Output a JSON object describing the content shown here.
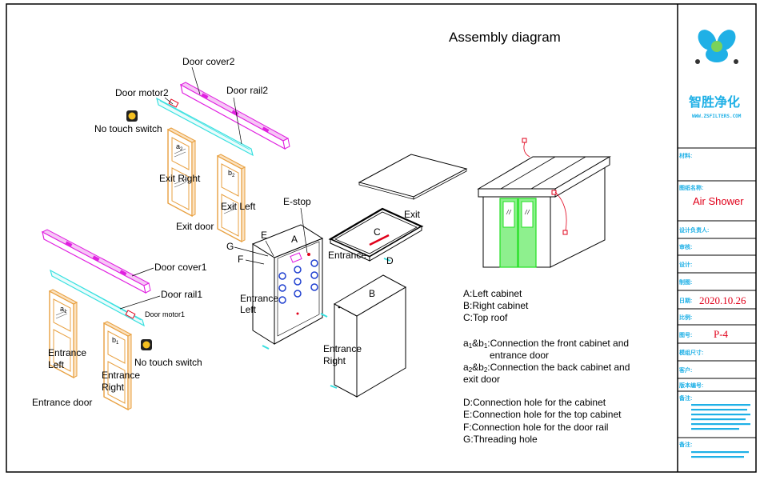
{
  "title": "Assembly diagram",
  "labels": {
    "door_cover2": "Door cover2",
    "door_motor2": "Door motor2",
    "door_rail2": "Door rail2",
    "no_touch_switch_top": "No touch switch",
    "exit_right": "Exit  Right",
    "exit_left": "Exit  Left",
    "exit_door": "Exit door",
    "a2": "a",
    "a2_sub": "2",
    "b2": "b",
    "b2_sub": "2",
    "door_cover1": "Door cover1",
    "door_rail1": "Door rail1",
    "door_motor1": "Door motor1",
    "no_touch_switch_bottom": "No touch switch",
    "entrance_left_door": "Entrance Left",
    "entrance_right_door": "Entrance Right",
    "entrance_door": "Entrance door",
    "a1": "a",
    "a1_sub": "1",
    "b1": "b",
    "b1_sub": "1",
    "estop": "E-stop",
    "G": "G",
    "E": "E",
    "F": "F",
    "A": "A",
    "B": "B",
    "C": "C",
    "D": "D",
    "exit": "Exit",
    "entrance": "Entrance",
    "cab_entrance_left": "Entrance Left",
    "cab_entrance_right": "Entrance Right"
  },
  "legend": [
    "A:Left cabinet",
    "B:Right  cabinet",
    "C:Top roof"
  ],
  "legend_conn": {
    "l1_a": "a",
    "l1_a_sub": "1",
    "l1_amp": "&b",
    "l1_b_sub": "1",
    "l1_text": ":Connection the front cabinet and",
    "l1_cont": "entrance door",
    "l2_a": "a",
    "l2_a_sub": "2",
    "l2_amp": "&b",
    "l2_b_sub": "2",
    "l2_text": ":Connection the back cabinet and",
    "l2_cont": "exit door"
  },
  "legend_holes": [
    "D:Connection hole for the cabinet",
    "E:Connection hole for the top cabinet",
    "F:Connection hole for the door rail",
    "G:Threading hole"
  ],
  "title_block": {
    "brand_cn": "智胜净化",
    "website": "WWW.ZSFILTERS.COM",
    "product_label": "图纸名称:",
    "product": "Air Shower",
    "date": "2020.10.26",
    "drawing_no": "P-4",
    "rows": [
      "材料:",
      "图纸名称:",
      "设计负责人:",
      "审核:",
      "设计:",
      "制图:",
      "日期:",
      "比例:",
      "图号:",
      "模组尺寸:",
      "客户:",
      "版本编号:",
      "备注:",
      "备注:"
    ]
  },
  "colors": {
    "magenta": "#e020e0",
    "cyan": "#38e0e0",
    "orange": "#e8a040",
    "green": "#22e022",
    "red": "#e0001a",
    "blue": "#1fb0e6"
  }
}
